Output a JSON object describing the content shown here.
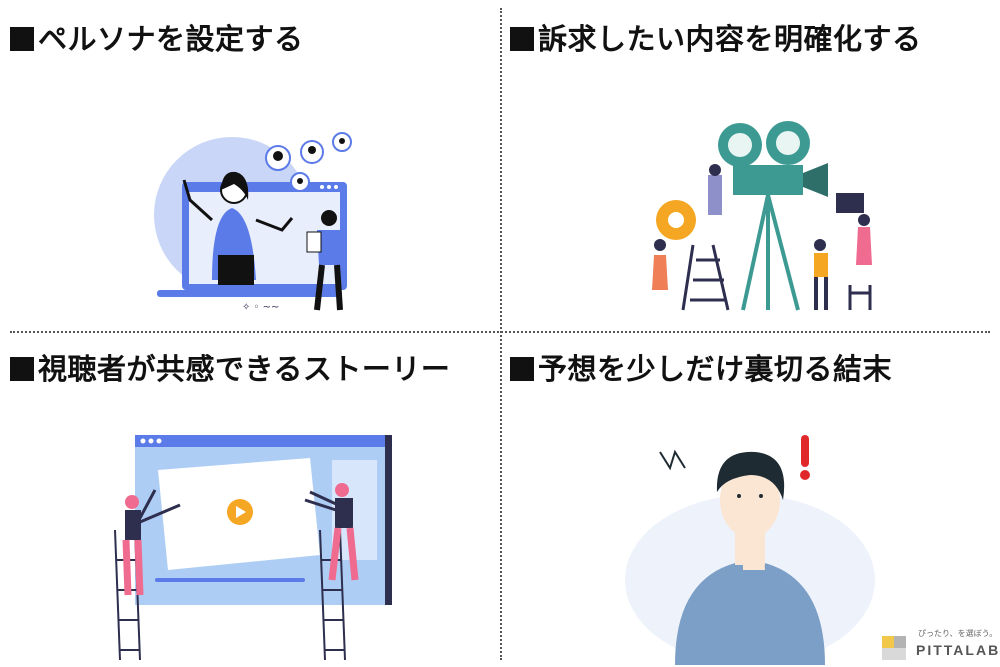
{
  "quadrants": [
    {
      "title": "ペルソナを設定する"
    },
    {
      "title": "訴求したい内容を明確化する"
    },
    {
      "title": "視聴者が共感できるストーリー"
    },
    {
      "title": "予想を少しだけ裏切る結末"
    }
  ],
  "logo": {
    "tagline": "ぴったり、を選ぼう。",
    "name": "PITTALAB"
  },
  "colors": {
    "primary_blue": "#5b7be8",
    "light_blue": "#c9d6f7",
    "teal": "#3d9a93",
    "orange": "#f5a623",
    "pink": "#ef6b8f",
    "alert_red": "#e0282a",
    "navy": "#2e2e4f"
  }
}
